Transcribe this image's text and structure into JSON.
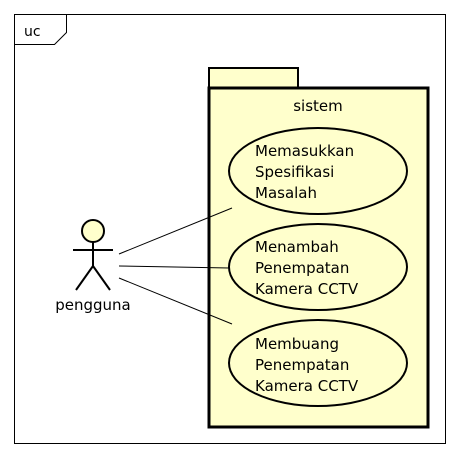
{
  "frame": {
    "label": "uc"
  },
  "system": {
    "name": "sistem",
    "fill": "#FFFFCC",
    "stroke": "#000000"
  },
  "actor": {
    "name": "pengguna",
    "fill": "#FFFFCC"
  },
  "use_cases": [
    {
      "lines": [
        "Memasukkan",
        "Spesifikasi",
        "Masalah"
      ]
    },
    {
      "lines": [
        "Menambah",
        "Penempatan",
        "Kamera CCTV"
      ]
    },
    {
      "lines": [
        "Membuang",
        "Penempatan",
        "Kamera CCTV"
      ]
    }
  ],
  "associations": [
    {
      "from": "pengguna",
      "to": "use_case_0"
    },
    {
      "from": "pengguna",
      "to": "use_case_1"
    },
    {
      "from": "pengguna",
      "to": "use_case_2"
    }
  ]
}
